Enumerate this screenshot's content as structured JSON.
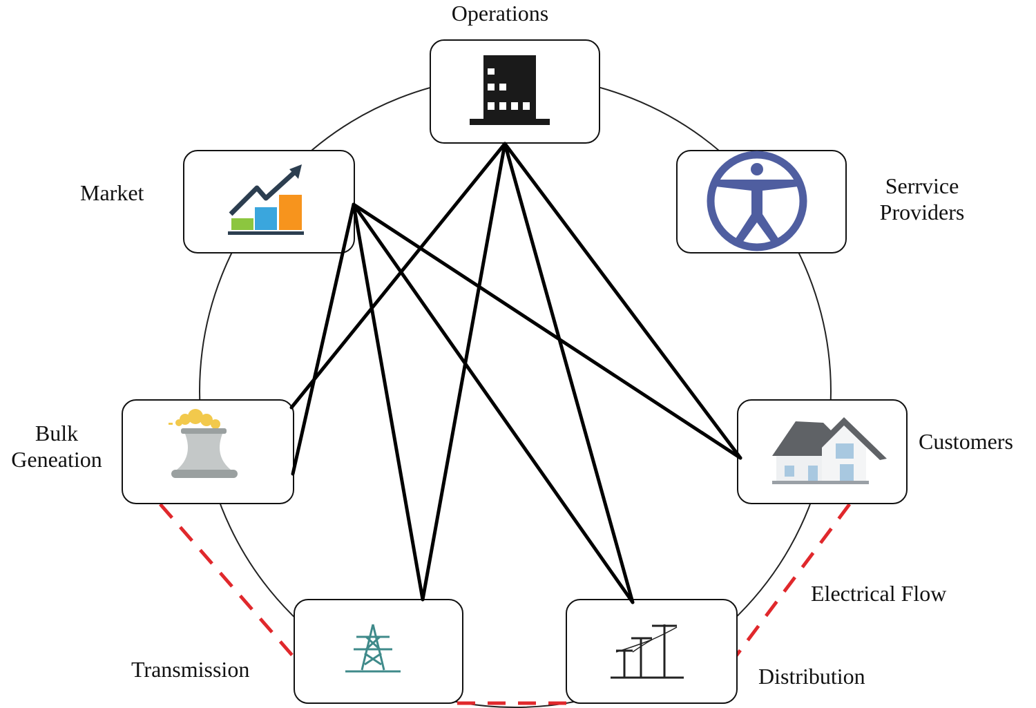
{
  "nodes": {
    "operations": {
      "label": "Operations",
      "icon": "office-building-icon"
    },
    "market": {
      "label": "Market",
      "icon": "rising-bar-chart-icon"
    },
    "service_providers": {
      "label_line1": "Serrvice",
      "label_line2": "Providers",
      "icon": "vitruvian-person-icon"
    },
    "bulk_generation": {
      "label_line1": "Bulk",
      "label_line2": "Geneation",
      "icon": "cooling-tower-icon"
    },
    "customers": {
      "label": "Customers",
      "icon": "house-icon"
    },
    "transmission": {
      "label": "Transmission",
      "icon": "transmission-tower-icon"
    },
    "distribution": {
      "label": "Distribution",
      "icon": "utility-poles-icon"
    }
  },
  "legend": {
    "electrical_flow": "Electrical Flow"
  },
  "colors": {
    "communication_line": "#000000",
    "electrical_flow": "#e0282c",
    "ring": "#222222",
    "box_border": "#111111"
  }
}
